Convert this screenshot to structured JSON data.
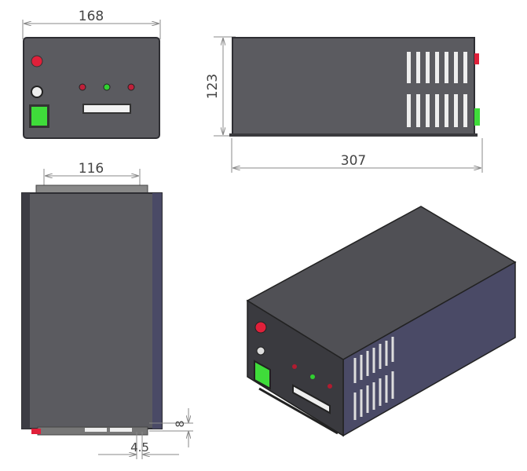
{
  "dimensions": {
    "front_width": "168",
    "side_height": "123",
    "side_length": "307",
    "top_flange_width": "116",
    "foot_height": "8",
    "foot_offset": "4.5"
  },
  "colors": {
    "body": "#5b5b60",
    "body_dark": "#2e2e33",
    "side_blue": "#4a4a66",
    "red": "#e0203a",
    "green": "#3fdc3a"
  }
}
